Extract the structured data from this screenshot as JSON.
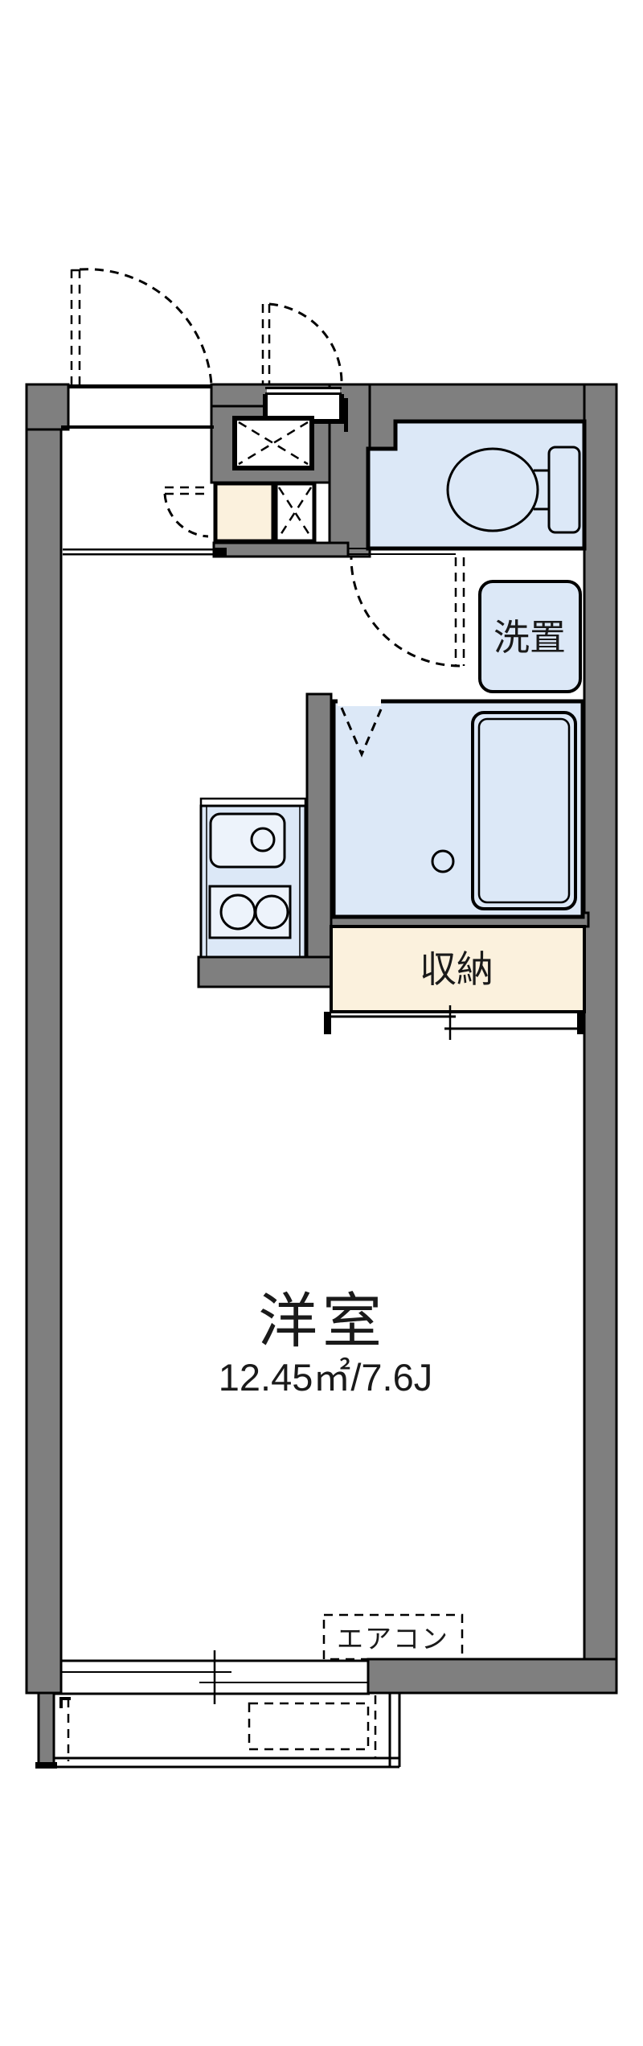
{
  "floorplan": {
    "labels": {
      "main_room": "洋室",
      "main_room_size": "12.45㎡/7.6J",
      "storage": "収納",
      "washer_station": "洗置",
      "aircon": "エアコン"
    },
    "colors": {
      "wall": "#7f7f7f",
      "outline": "#000000",
      "wet_area": "#dce8f7",
      "fixture": "#edf3fb",
      "storage_fill": "#fbf1dd",
      "background": "#ffffff",
      "text": "#1a1a1a"
    },
    "rooms": [
      {
        "name": "main-room",
        "label": "洋室",
        "size": "12.45㎡/7.6J"
      },
      {
        "name": "storage-closet",
        "label": "収納"
      },
      {
        "name": "washer-station",
        "label": "洗置"
      },
      {
        "name": "toilet-room",
        "label": ""
      },
      {
        "name": "bathroom",
        "label": ""
      },
      {
        "name": "balcony",
        "label": ""
      }
    ],
    "equipment": [
      {
        "name": "air-conditioner",
        "label": "エアコン"
      }
    ]
  }
}
